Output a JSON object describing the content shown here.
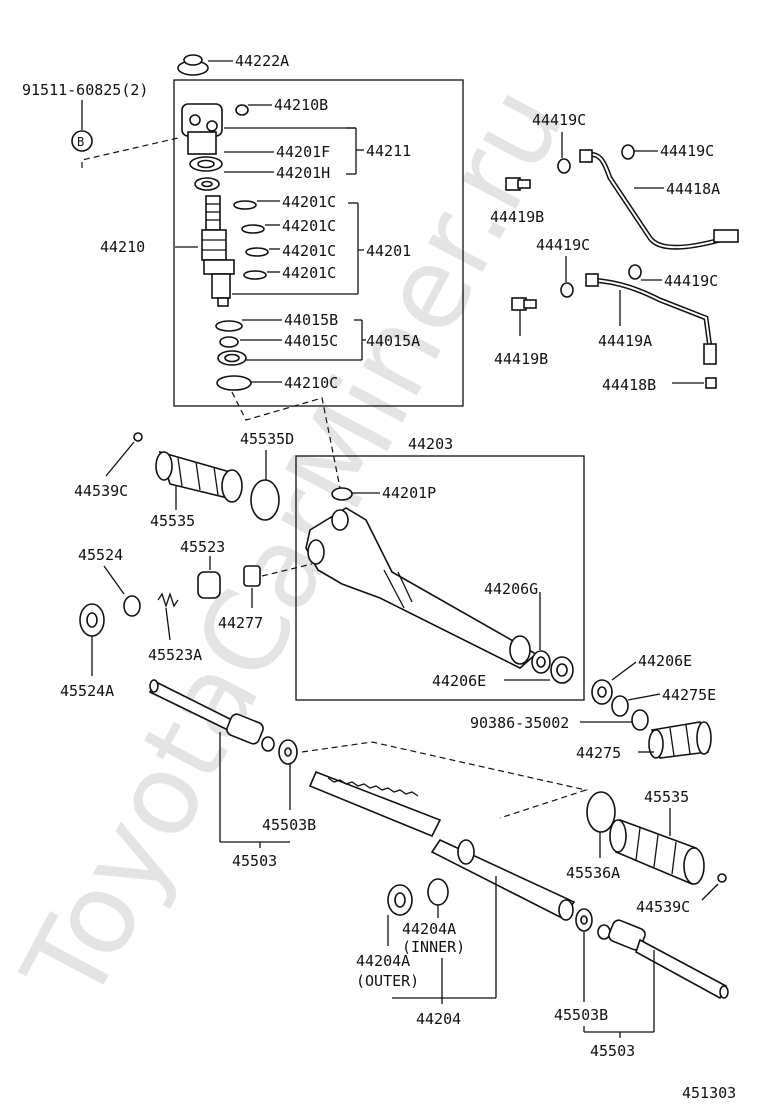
{
  "diagram_id": "451303",
  "watermark": "ToyotaCarMiner.ru",
  "labels": {
    "p44222A": "44222A",
    "p91511": "91511-60825(2)",
    "bolt_marker": "B",
    "p44210B": "44210B",
    "p44201F": "44201F",
    "p44211": "44211",
    "p44201H": "44201H",
    "p44201C_1": "44201C",
    "p44201C_2": "44201C",
    "p44201C_3": "44201C",
    "p44201C_4": "44201C",
    "p44201": "44201",
    "p44210": "44210",
    "p44015B": "44015B",
    "p44015C": "44015C",
    "p44015A": "44015A",
    "p44210C": "44210C",
    "p44419C_1": "44419C",
    "p44419C_2": "44419C",
    "p44419C_3": "44419C",
    "p44419C_4": "44419C",
    "p44418A": "44418A",
    "p44419B_1": "44419B",
    "p44419B_2": "44419B",
    "p44419A": "44419A",
    "p44418B": "44418B",
    "p44203": "44203",
    "p44201P": "44201P",
    "p44539C_1": "44539C",
    "p45535D": "45535D",
    "p45535_1": "45535",
    "p45524": "45524",
    "p45523": "45523",
    "p44277": "44277",
    "p45523A": "45523A",
    "p45524A": "45524A",
    "p44206G": "44206G",
    "p44206E_1": "44206E",
    "p44206E_2": "44206E",
    "p44275E": "44275E",
    "p90386": "90386-35002",
    "p44275": "44275",
    "p45535_2": "45535",
    "p45503B_1": "45503B",
    "p45503_1": "45503",
    "p45536A": "45536A",
    "p44539C_2": "44539C",
    "p44204A_inner": "44204A",
    "inner_note": "(INNER)",
    "p44204A_outer": "44204A",
    "outer_note": "(OUTER)",
    "p44204": "44204",
    "p45503B_2": "45503B",
    "p45503_2": "45503"
  }
}
